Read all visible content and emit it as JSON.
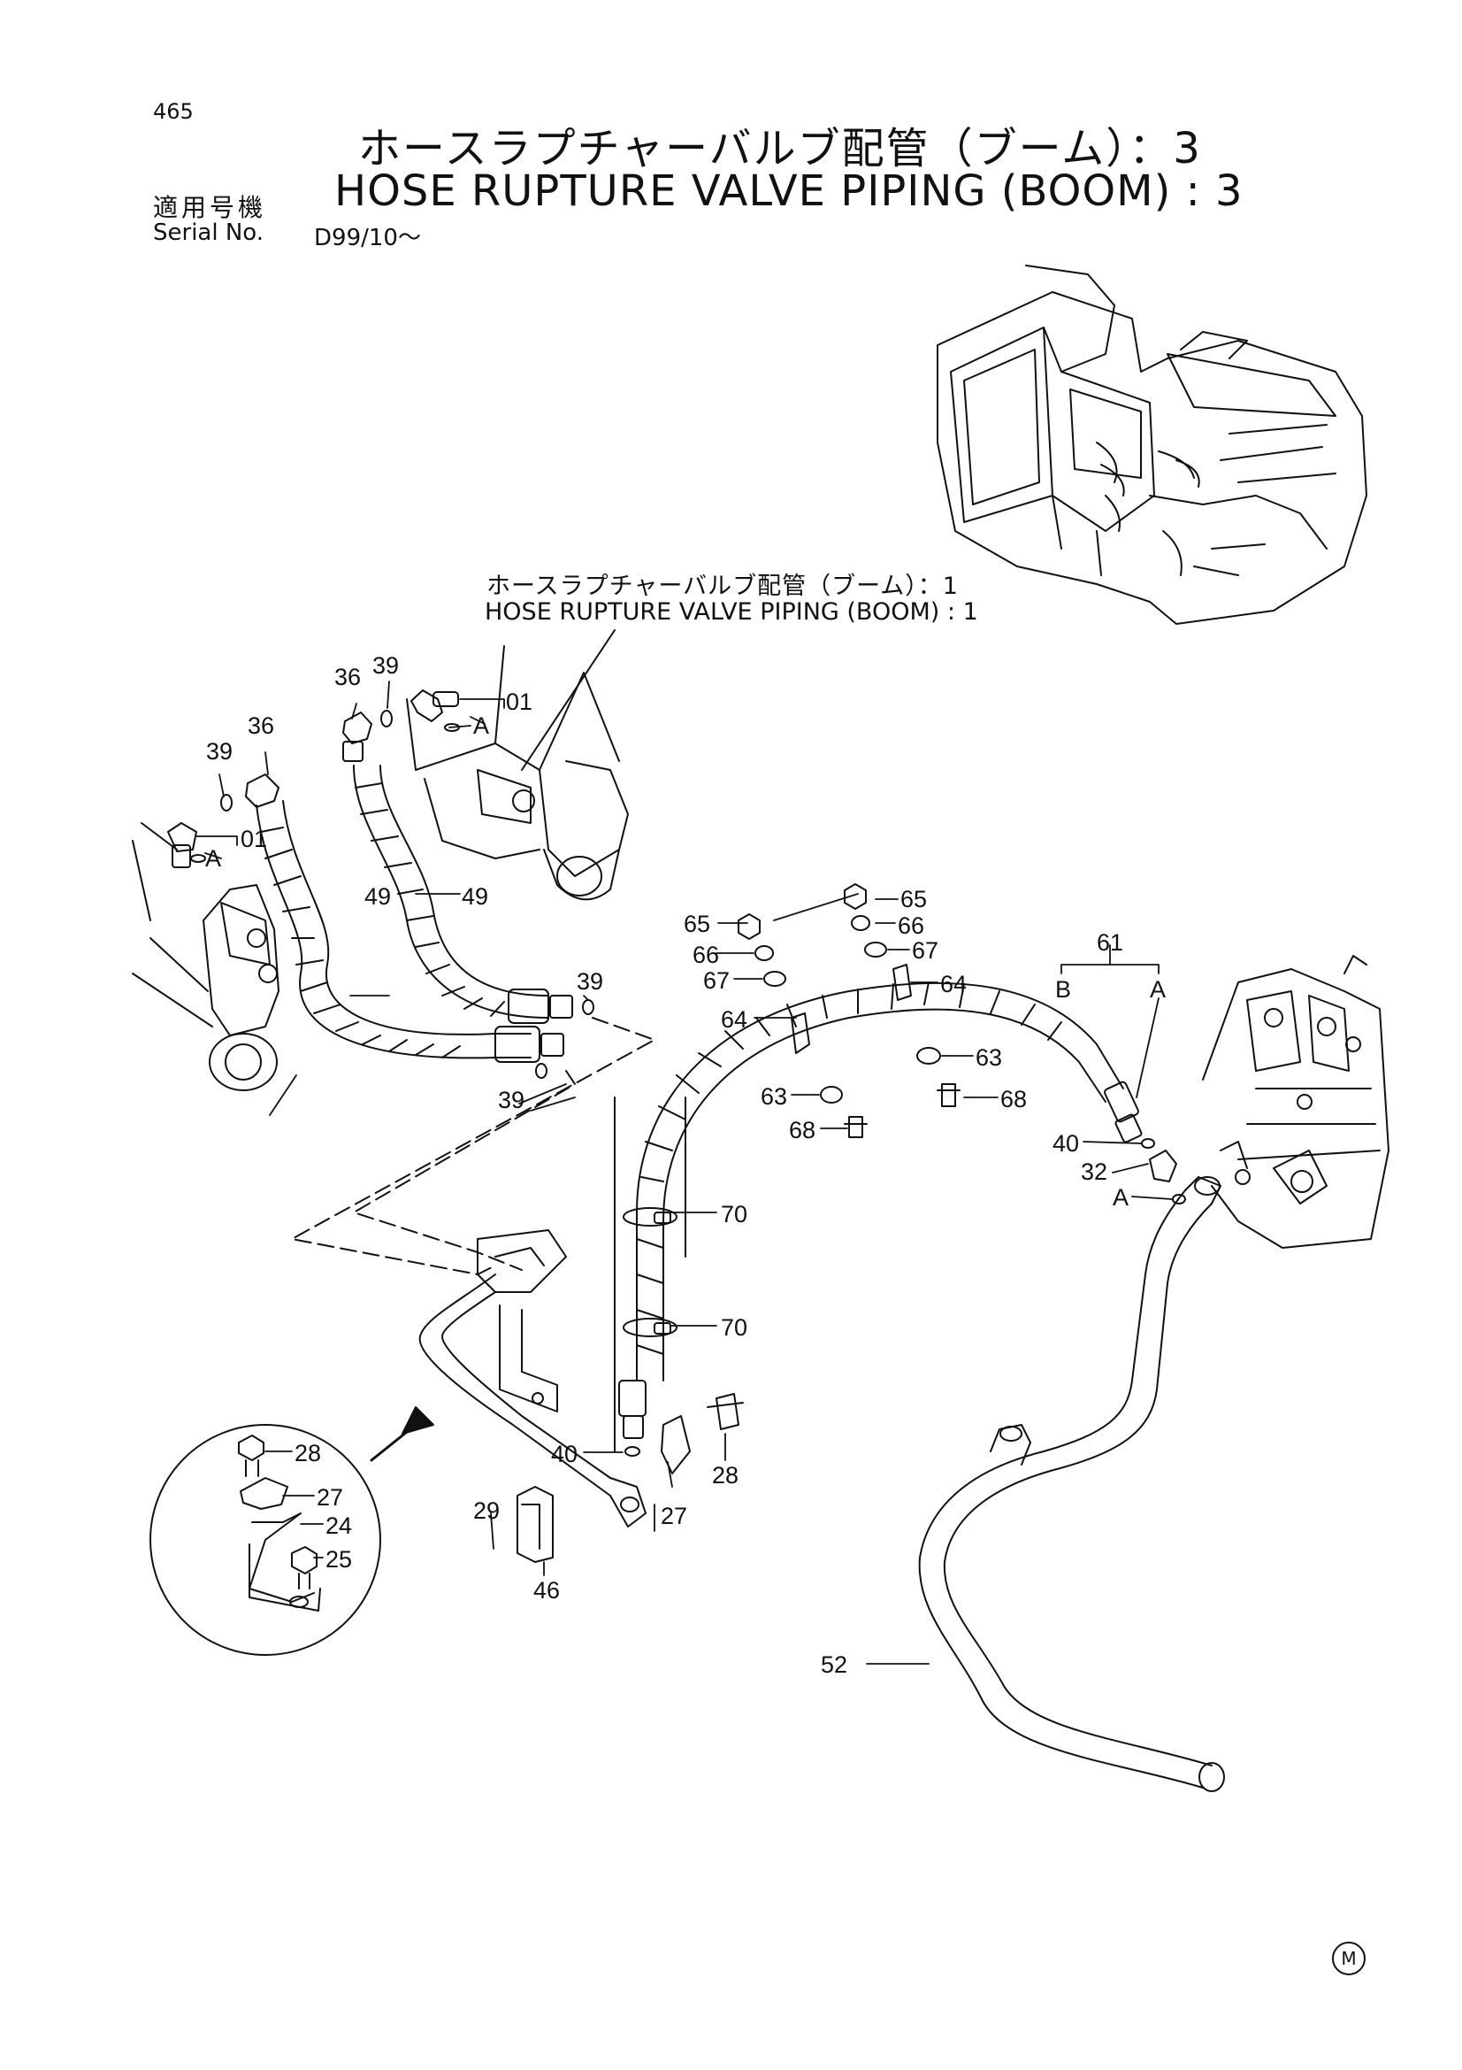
{
  "header": {
    "page_number": "465",
    "title_jp": "ホースラプチャーバルブ配管（ブーム）：3",
    "title_en": "HOSE RUPTURE VALVE PIPING (BOOM) : 3",
    "applicable_label_jp": "適用号機",
    "serial_label": "Serial No.",
    "serial_range": "D99/10～"
  },
  "reference": {
    "title_jp": "ホースラプチャーバルブ配管（ブーム）：1",
    "title_en": "HOSE RUPTURE VALVE PIPING (BOOM) : 1"
  },
  "callouts": [
    {
      "id": "c36a",
      "text": "36"
    },
    {
      "id": "c39a",
      "text": "39"
    },
    {
      "id": "c01a",
      "text": "01"
    },
    {
      "id": "cAa",
      "text": "A"
    },
    {
      "id": "c36b",
      "text": "36"
    },
    {
      "id": "c39b",
      "text": "39"
    },
    {
      "id": "c01b",
      "text": "01"
    },
    {
      "id": "cAb",
      "text": "A"
    },
    {
      "id": "c49a",
      "text": "49"
    },
    {
      "id": "c49b",
      "text": "49"
    },
    {
      "id": "c39c",
      "text": "39"
    },
    {
      "id": "c39d",
      "text": "39"
    },
    {
      "id": "c65a",
      "text": "65"
    },
    {
      "id": "c65b",
      "text": "65"
    },
    {
      "id": "c66a",
      "text": "66"
    },
    {
      "id": "c66b",
      "text": "66"
    },
    {
      "id": "c67a",
      "text": "67"
    },
    {
      "id": "c67b",
      "text": "67"
    },
    {
      "id": "c64a",
      "text": "64"
    },
    {
      "id": "c64b",
      "text": "64"
    },
    {
      "id": "c63a",
      "text": "63"
    },
    {
      "id": "c63b",
      "text": "63"
    },
    {
      "id": "c68a",
      "text": "68"
    },
    {
      "id": "c68b",
      "text": "68"
    },
    {
      "id": "c61",
      "text": "61"
    },
    {
      "id": "cB",
      "text": "B"
    },
    {
      "id": "cA61",
      "text": "A"
    },
    {
      "id": "c40a",
      "text": "40"
    },
    {
      "id": "c32",
      "text": "32"
    },
    {
      "id": "cA32",
      "text": "A"
    },
    {
      "id": "c70a",
      "text": "70"
    },
    {
      "id": "c70b",
      "text": "70"
    },
    {
      "id": "c28a",
      "text": "28"
    },
    {
      "id": "c27a",
      "text": "27"
    },
    {
      "id": "c24",
      "text": "24"
    },
    {
      "id": "c25",
      "text": "25"
    },
    {
      "id": "c40b",
      "text": "40"
    },
    {
      "id": "c28b",
      "text": "28"
    },
    {
      "id": "c29",
      "text": "29"
    },
    {
      "id": "c27b",
      "text": "27"
    },
    {
      "id": "c46",
      "text": "46"
    },
    {
      "id": "c52",
      "text": "52"
    }
  ],
  "footer": {
    "mark": "M"
  }
}
